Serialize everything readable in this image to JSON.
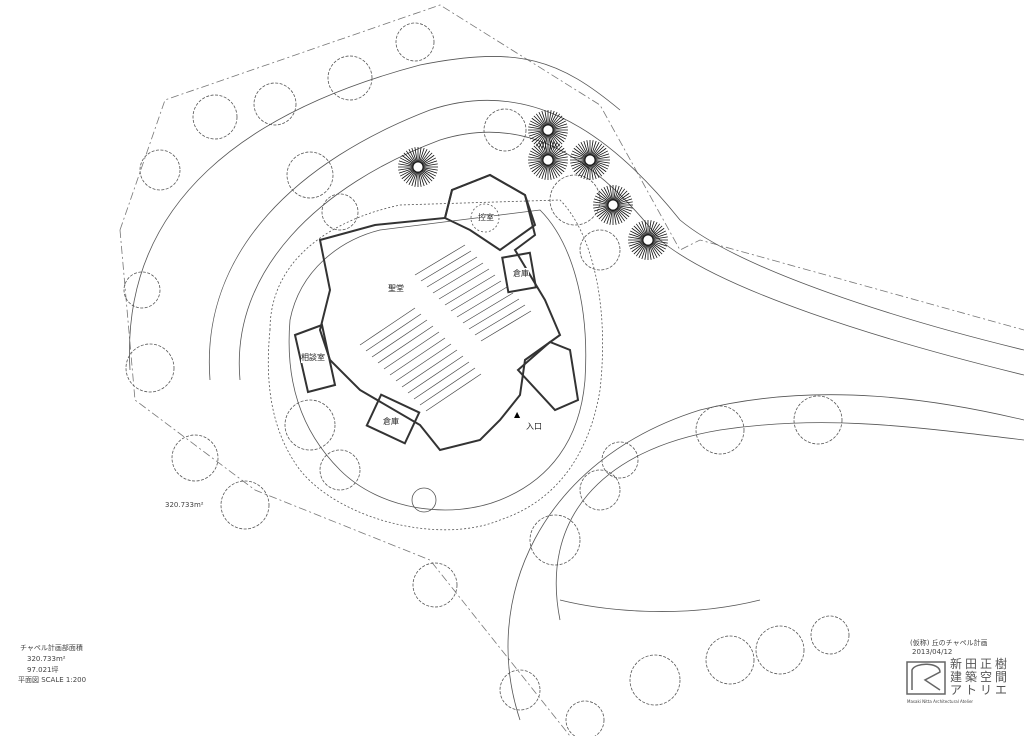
{
  "rooms": {
    "waiting": "控室",
    "storage_ne": "倉庫",
    "sanctuary": "聖堂",
    "consult": "相談室",
    "storage_sw": "倉庫",
    "entrance": "入口"
  },
  "site_area_label": "320.733m²",
  "legend": {
    "title": "チャペル計画部面積",
    "area_m2": "320.733m²",
    "area_tsubo": "97.021坪",
    "scale": "平面図  SCALE 1:200"
  },
  "titleblock": {
    "project": "(仮称) 丘のチャペル計画",
    "date": "2013/04/12",
    "firm_jp": [
      "新田正樹",
      "建築空間",
      "アトリエ"
    ],
    "firm_en": "Masaki Nitta Architectural Atelier"
  }
}
